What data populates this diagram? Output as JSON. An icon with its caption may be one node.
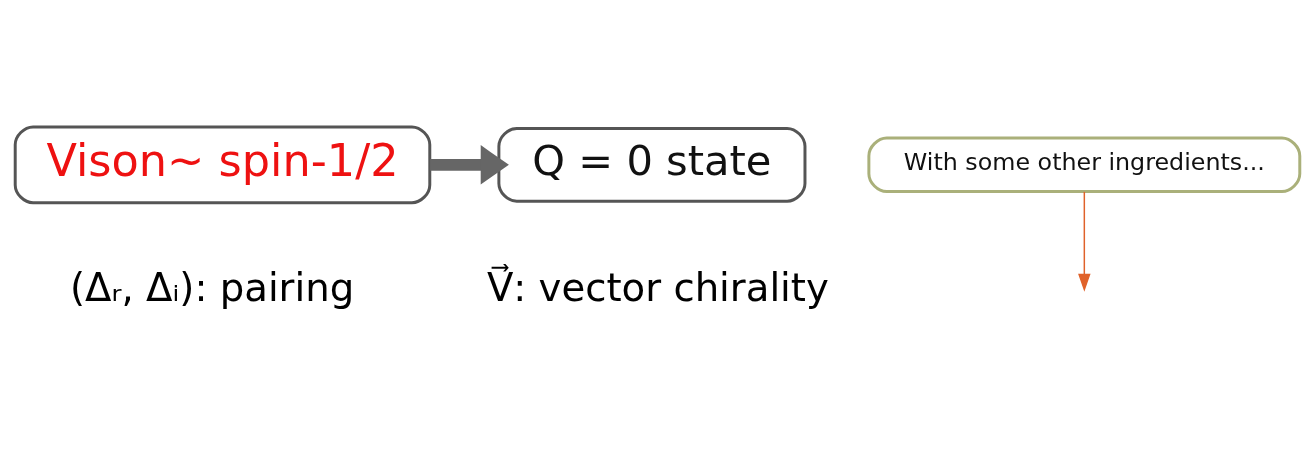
{
  "diagram": {
    "nodes": [
      {
        "text": [
          "Vison~ spin-1/2"
        ]
      },
      {
        "text": [
          "Q = 0 state"
        ]
      },
      {
        "text": [
          "With some other ingredients..."
        ]
      }
    ],
    "edges": [
      {
        "from": 0,
        "to": 1,
        "arrow": "to",
        "style": "thick"
      },
      {
        "from": 2,
        "to": null,
        "arrow": "to",
        "color": "#e0622a"
      }
    ],
    "labels": [
      "(Δᵣ, Δᵢ): pairing",
      "V⃗: vector chirality"
    ]
  }
}
